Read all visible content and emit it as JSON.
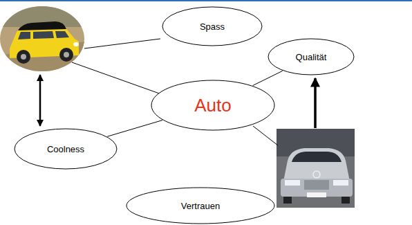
{
  "diagram": {
    "nodes": [
      {
        "text": [
          "Spass"
        ]
      },
      {
        "text": [
          "Qualität"
        ]
      },
      {
        "text": [
          "Auto"
        ]
      },
      {
        "text": [
          "Coolness"
        ]
      },
      {
        "text": [
          "Vertrauen"
        ]
      }
    ],
    "edges": [
      {
        "from": 2,
        "to": 1,
        "arrow": "none"
      },
      {
        "from": 2,
        "to": 3,
        "arrow": "none"
      }
    ]
  }
}
